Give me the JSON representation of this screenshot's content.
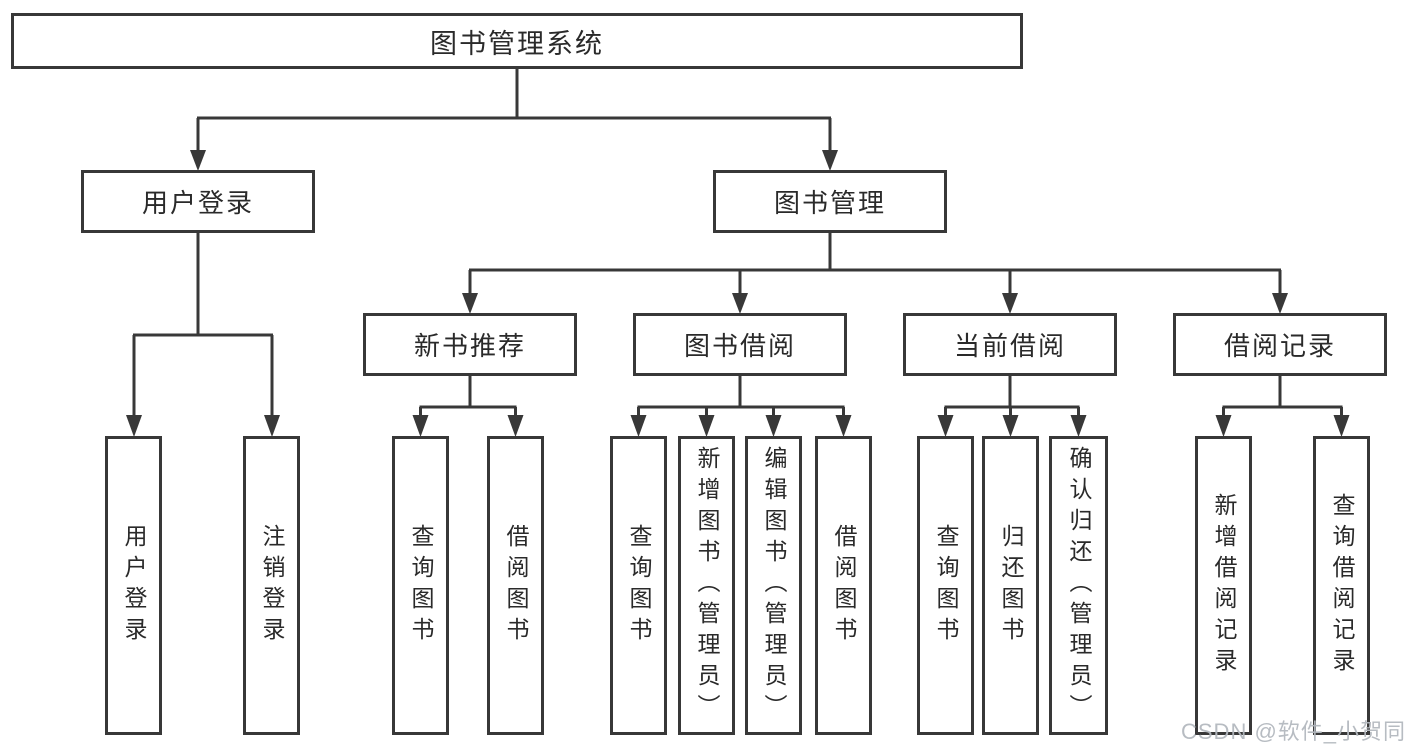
{
  "diagram": {
    "type": "hierarchy-tree",
    "root": {
      "label": "图书管理系统"
    },
    "level2": [
      {
        "label": "用户登录",
        "parent": "图书管理系统"
      },
      {
        "label": "图书管理",
        "parent": "图书管理系统"
      }
    ],
    "level3": [
      {
        "label": "新书推荐",
        "parent": "图书管理"
      },
      {
        "label": "图书借阅",
        "parent": "图书管理"
      },
      {
        "label": "当前借阅",
        "parent": "图书管理"
      },
      {
        "label": "借阅记录",
        "parent": "图书管理"
      }
    ],
    "leaves": [
      {
        "label": "用户登录",
        "parent": "用户登录"
      },
      {
        "label": "注销登录",
        "parent": "用户登录"
      },
      {
        "label": "查询图书",
        "parent": "新书推荐"
      },
      {
        "label": "借阅图书",
        "parent": "新书推荐"
      },
      {
        "label": "查询图书",
        "parent": "图书借阅"
      },
      {
        "label": "新增图书（管理员）",
        "parent": "图书借阅"
      },
      {
        "label": "编辑图书（管理员）",
        "parent": "图书借阅"
      },
      {
        "label": "借阅图书",
        "parent": "图书借阅"
      },
      {
        "label": "查询图书",
        "parent": "当前借阅"
      },
      {
        "label": "归还图书",
        "parent": "当前借阅"
      },
      {
        "label": "确认归还（管理员）",
        "parent": "当前借阅"
      },
      {
        "label": "新增借阅记录",
        "parent": "借阅记录"
      },
      {
        "label": "查询借阅记录",
        "parent": "借阅记录"
      }
    ]
  },
  "watermark": {
    "text": "CSDN @软件_小贺同学"
  },
  "colors": {
    "line": "#383838",
    "text": "#2a2a2a",
    "watermark": "#b4b9bf",
    "background": "#ffffff"
  }
}
